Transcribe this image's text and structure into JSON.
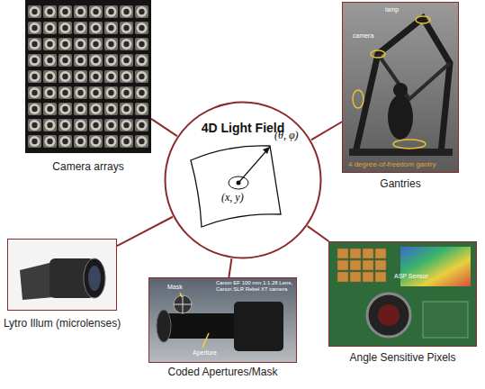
{
  "diagram": {
    "nodes": [
      {
        "text": [
          "Camera arrays"
        ]
      },
      {
        "text": [
          "Gantries"
        ]
      },
      {
        "text": [
          "4D Light Field"
        ]
      },
      {
        "text": [
          "Lytro Illum (microlenses)"
        ]
      },
      {
        "text": [
          "Angle Sensitive Pixels"
        ]
      },
      {
        "text": [
          "Coded Apertures/Mask"
        ]
      }
    ],
    "edges": [
      {
        "from": 2,
        "to": 0,
        "arrow": "none"
      },
      {
        "from": 2,
        "to": 1,
        "arrow": "none"
      },
      {
        "from": 2,
        "to": 3,
        "arrow": "none"
      },
      {
        "from": 2,
        "to": 4,
        "arrow": "none"
      },
      {
        "from": 2,
        "to": 5,
        "arrow": "none"
      }
    ],
    "labels": [
      "(θ, φ)",
      "(x, y)",
      "lamp",
      "camera",
      "4 degree-of-freedom gantry",
      "Mask",
      "Canon EF 100 mm 1:1.28 Lens, Canon SLR Rebel XT camera",
      "Aperture",
      "ASP Sensor"
    ]
  }
}
